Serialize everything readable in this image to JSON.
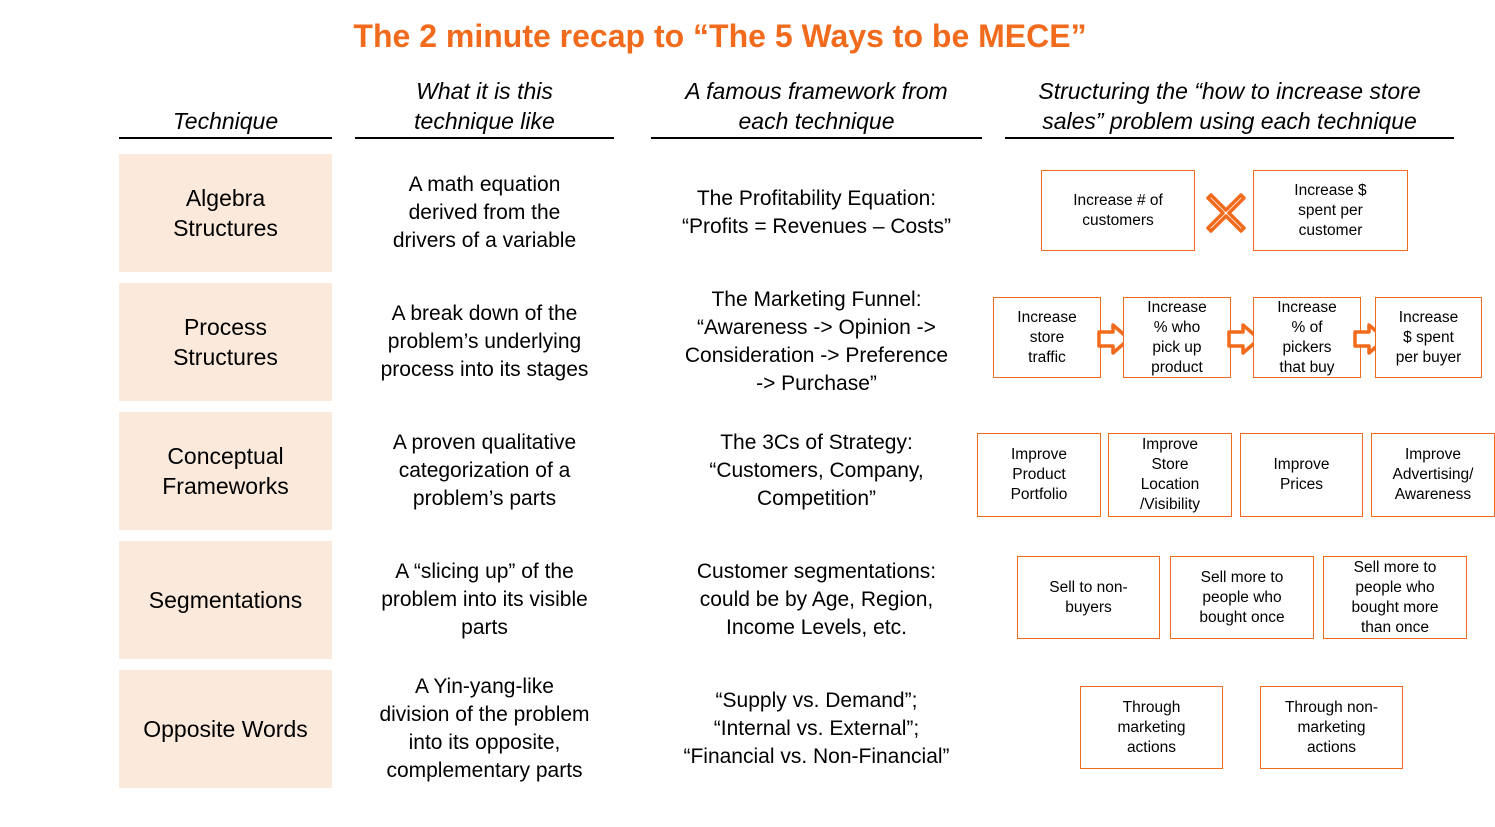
{
  "title": "The 2 minute recap to “The 5 Ways to be MECE”",
  "headers": {
    "technique": "Technique",
    "like": "What it is this\ntechnique like",
    "framework": "A famous framework from\neach technique",
    "structuring": "Structuring the “how to increase store\nsales” problem using each technique"
  },
  "colors": {
    "accent": "#f26b1d",
    "technique_fill": "#fbe9dc"
  },
  "rows": [
    {
      "technique": "Algebra\nStructures",
      "like": "A math equation\nderived from the\ndrivers of a variable",
      "framework": "The Profitability Equation:\n“Profits = Revenues – Costs”",
      "boxes": [
        "Increase # of\ncustomers",
        "Increase $\nspent per\ncustomer"
      ],
      "connector": "multiply-icon"
    },
    {
      "technique": "Process\nStructures",
      "like": "A break down of the\nproblem’s underlying\nprocess into its stages",
      "framework": "The Marketing Funnel:\n“Awareness -> Opinion ->\nConsideration -> Preference\n-> Purchase”",
      "boxes": [
        "Increase\nstore\ntraffic",
        "Increase\n% who\npick up\nproduct",
        "Increase\n% of\npickers\nthat buy",
        "Increase\n$ spent\nper buyer"
      ],
      "connector": "arrow-right-icon"
    },
    {
      "technique": "Conceptual\nFrameworks",
      "like": "A proven qualitative\ncategorization of a\nproblem’s parts",
      "framework": "The 3Cs of Strategy:\n“Customers, Company,\nCompetition”",
      "boxes": [
        "Improve\nProduct\nPortfolio",
        "Improve\nStore\nLocation\n/Visibility",
        "Improve\nPrices",
        "Improve\nAdvertising/\nAwareness"
      ]
    },
    {
      "technique": "Segmentations",
      "like": "A “slicing up” of the\nproblem into its visible\nparts",
      "framework": "Customer segmentations:\ncould be by Age, Region,\nIncome Levels, etc.",
      "boxes": [
        "Sell to non-\nbuyers",
        "Sell more to\npeople who\nbought once",
        "Sell more to\npeople who\nbought more\nthan once"
      ]
    },
    {
      "technique": "Opposite Words",
      "like": "A Yin-yang-like\ndivision of the problem\ninto its opposite,\ncomplementary parts",
      "framework": "“Supply vs. Demand”;\n“Internal vs. External”;\n“Financial vs. Non-Financial”",
      "boxes": [
        "Through\nmarketing\nactions",
        "Through non-\nmarketing\nactions"
      ]
    }
  ]
}
